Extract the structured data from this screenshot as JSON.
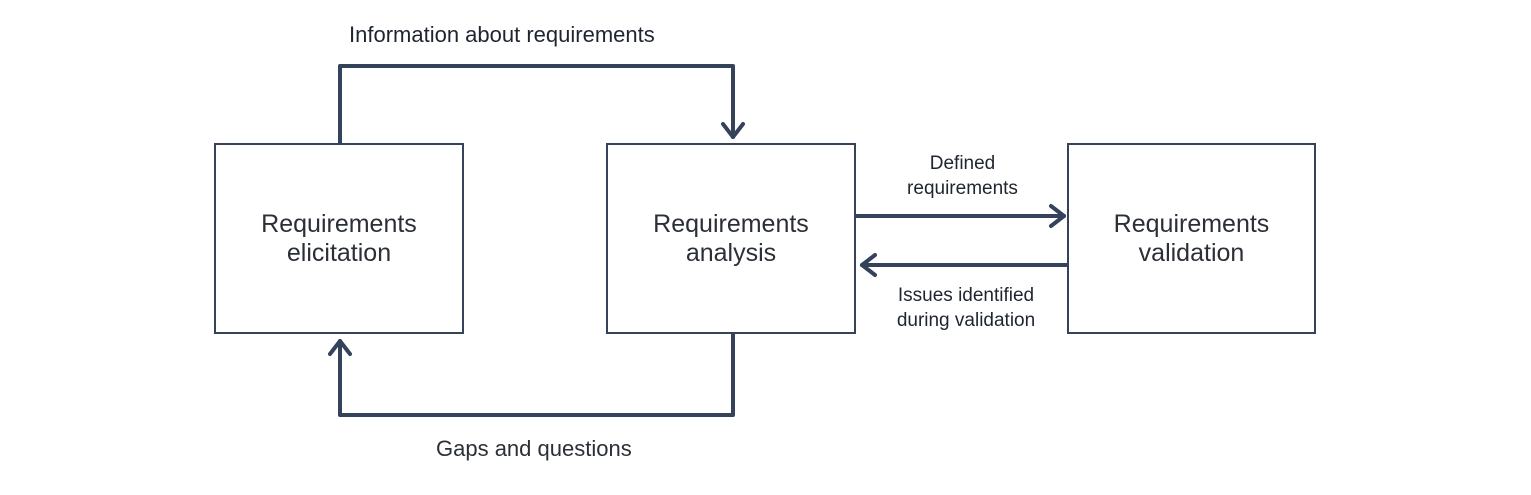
{
  "boxes": {
    "elicitation": {
      "line1": "Requirements",
      "line2": "elicitation"
    },
    "analysis": {
      "line1": "Requirements",
      "line2": "analysis"
    },
    "validation": {
      "line1": "Requirements",
      "line2": "validation"
    }
  },
  "arrows": {
    "top": "Information about requirements",
    "bottom": "Gaps and questions",
    "defined": {
      "line1": "Defined",
      "line2": "requirements"
    },
    "issues": {
      "line1": "Issues identified",
      "line2": "during validation"
    }
  },
  "colors": {
    "stroke": "#34425a",
    "text": "#2b2f36",
    "background": "#ffffff"
  }
}
